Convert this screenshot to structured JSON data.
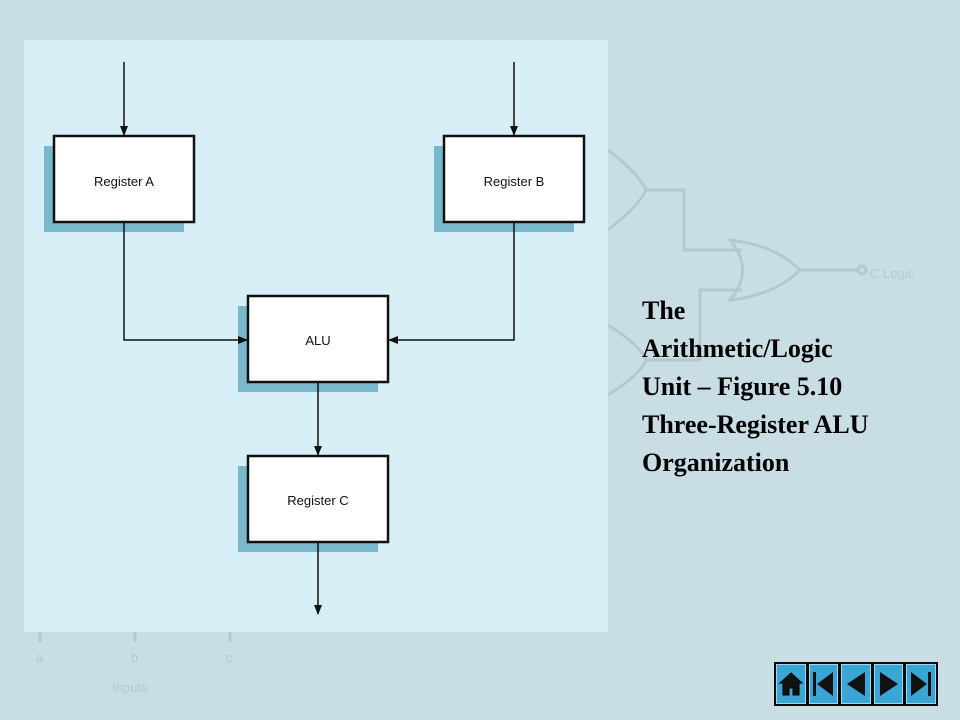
{
  "diagram": {
    "register_a": "Register A",
    "register_b": "Register B",
    "alu": "ALU",
    "register_c": "Register C"
  },
  "title_lines": [
    "The",
    "Arithmetic/Logic",
    "Unit – Figure 5.10",
    "Three-Register ALU",
    "Organization"
  ],
  "background": {
    "gate_label": "C Logic",
    "input_letters": [
      "a",
      "b",
      "c"
    ],
    "inputs_caption": "Inputs"
  },
  "navigation": {
    "buttons": [
      "home-icon",
      "first-slide-icon",
      "previous-slide-icon",
      "next-slide-icon",
      "last-slide-icon"
    ]
  },
  "colors": {
    "slide_background": "#c9dde4",
    "figure_background": "#d8eef6",
    "register_shadow": "#7ab8cc",
    "nav_button": "#3aa6d6"
  }
}
